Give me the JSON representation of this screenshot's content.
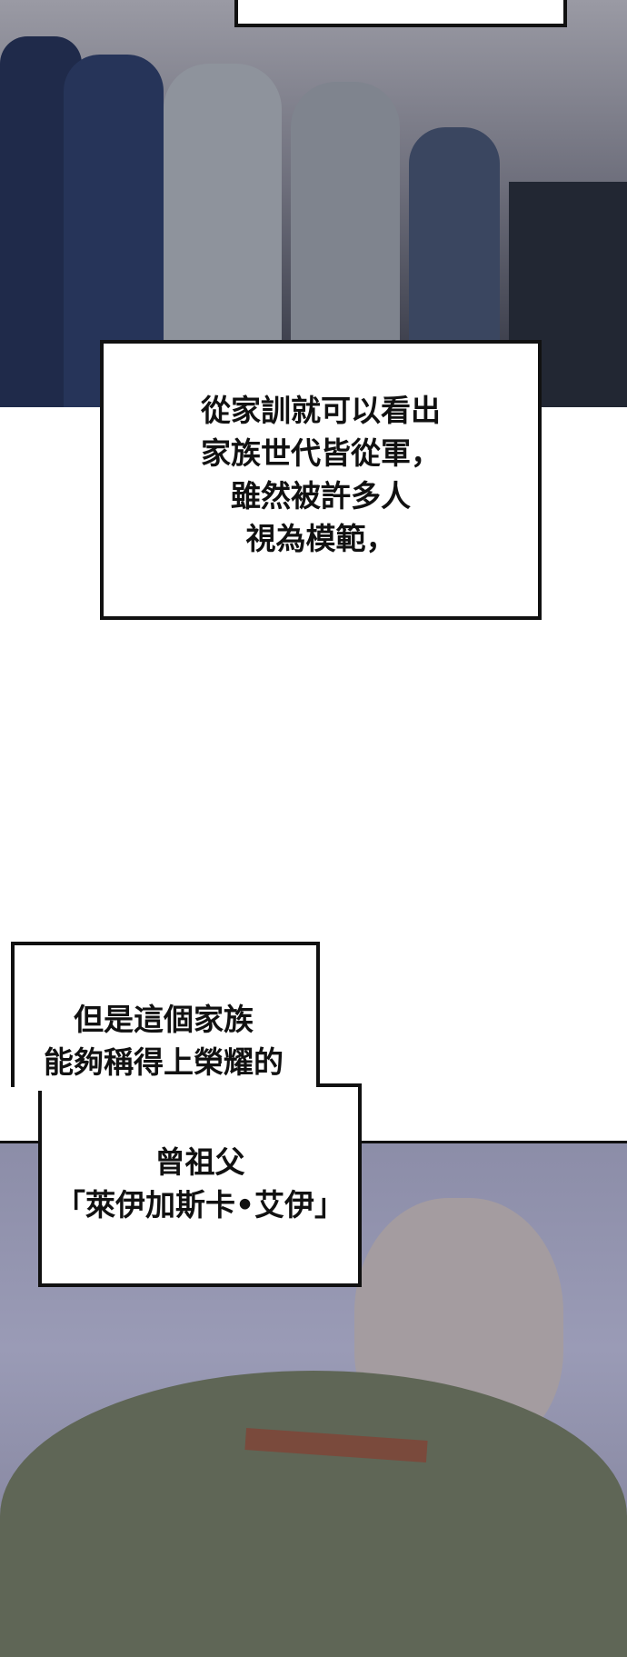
{
  "caption_1": {
    "lines": [
      "從家訓就可以看出",
      "家族世代皆從軍，",
      "雖然被許多人",
      "視為模範，"
    ]
  },
  "caption_2": {
    "lines_top": [
      "但是這個家族",
      "能夠稱得上榮耀的"
    ],
    "lines_bottom": [
      "曾祖父",
      "「萊伊加斯卡•艾伊」"
    ]
  },
  "colors": {
    "panel_top": "#4a4c5a",
    "panel_bottom": "#9091ad",
    "border": "#111111"
  }
}
